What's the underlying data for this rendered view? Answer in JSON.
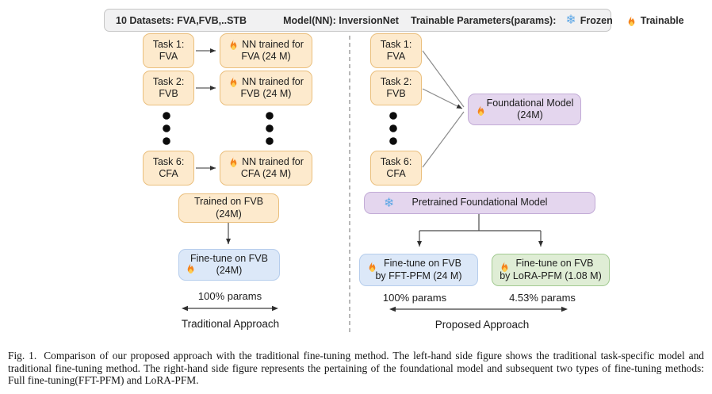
{
  "legend": {
    "datasets": "10 Datasets: FVA,FVB,..STB",
    "model": "Model(NN): InversionNet",
    "params_label": "Trainable Parameters(params):",
    "frozen_label": "Frozen",
    "trainable_label": "Trainable"
  },
  "left": {
    "tasks": [
      {
        "l1": "Task 1:",
        "l2": "FVA"
      },
      {
        "l1": "Task 2:",
        "l2": "FVB"
      },
      {
        "l1": "Task 6:",
        "l2": "CFA"
      }
    ],
    "models": [
      {
        "l1": "NN trained for",
        "l2": "FVA (24 M)"
      },
      {
        "l1": "NN trained for",
        "l2": "FVB (24 M)"
      },
      {
        "l1": "NN trained for",
        "l2": "CFA (24 M)"
      }
    ],
    "trained": {
      "l1": "Trained on FVB",
      "l2": "(24M)"
    },
    "finetune": {
      "l1": "Fine-tune on FVB",
      "l2": "(24M)"
    },
    "params_note": "100% params",
    "approach_label": "Traditional Approach"
  },
  "right": {
    "tasks": [
      {
        "l1": "Task 1:",
        "l2": "FVA"
      },
      {
        "l1": "Task 2:",
        "l2": "FVB"
      },
      {
        "l1": "Task 6:",
        "l2": "CFA"
      }
    ],
    "foundational": {
      "l1": "Foundational Model",
      "l2": "(24M)"
    },
    "pretrained": {
      "label": "Pretrained Foundational Model"
    },
    "fft": {
      "l1": "Fine-tune on FVB",
      "l2": "by FFT-PFM (24 M)"
    },
    "lora": {
      "l1": "Fine-tune on FVB",
      "l2": "by LoRA-PFM (1.08 M)"
    },
    "fft_params_note": "100% params",
    "lora_params_note": "4.53% params",
    "approach_label": "Proposed Approach"
  },
  "caption": {
    "fig_label": "Fig. 1.",
    "text": "Comparison of our proposed approach with the traditional fine-tuning method. The left-hand side figure shows the traditional task-specific model and traditional fine-tuning method. The right-hand side figure represents the pertaining of the foundational model and subsequent two types of fine-tuning methods: Full fine-tuning(FFT-PFM) and LoRA-PFM."
  },
  "icons": {
    "frozen": "snowflake-icon",
    "trainable": "flame-icon"
  },
  "colors": {
    "task_box_fill": "#fdeacd",
    "task_box_border": "#eabf7d",
    "finetune_fill": "#dce8f8",
    "finetune_border": "#b6cdec",
    "foundational_fill": "#e4d6ee",
    "foundational_border": "#c2abd6",
    "lora_fill": "#dfedd5",
    "lora_border": "#a3ca92",
    "legend_fill": "#f1f1f2",
    "legend_border": "#c6c6c6",
    "flame_orange": "#f4841f",
    "flame_yellow": "#ffcc4d",
    "snowflake_blue": "#5fa8e6"
  }
}
